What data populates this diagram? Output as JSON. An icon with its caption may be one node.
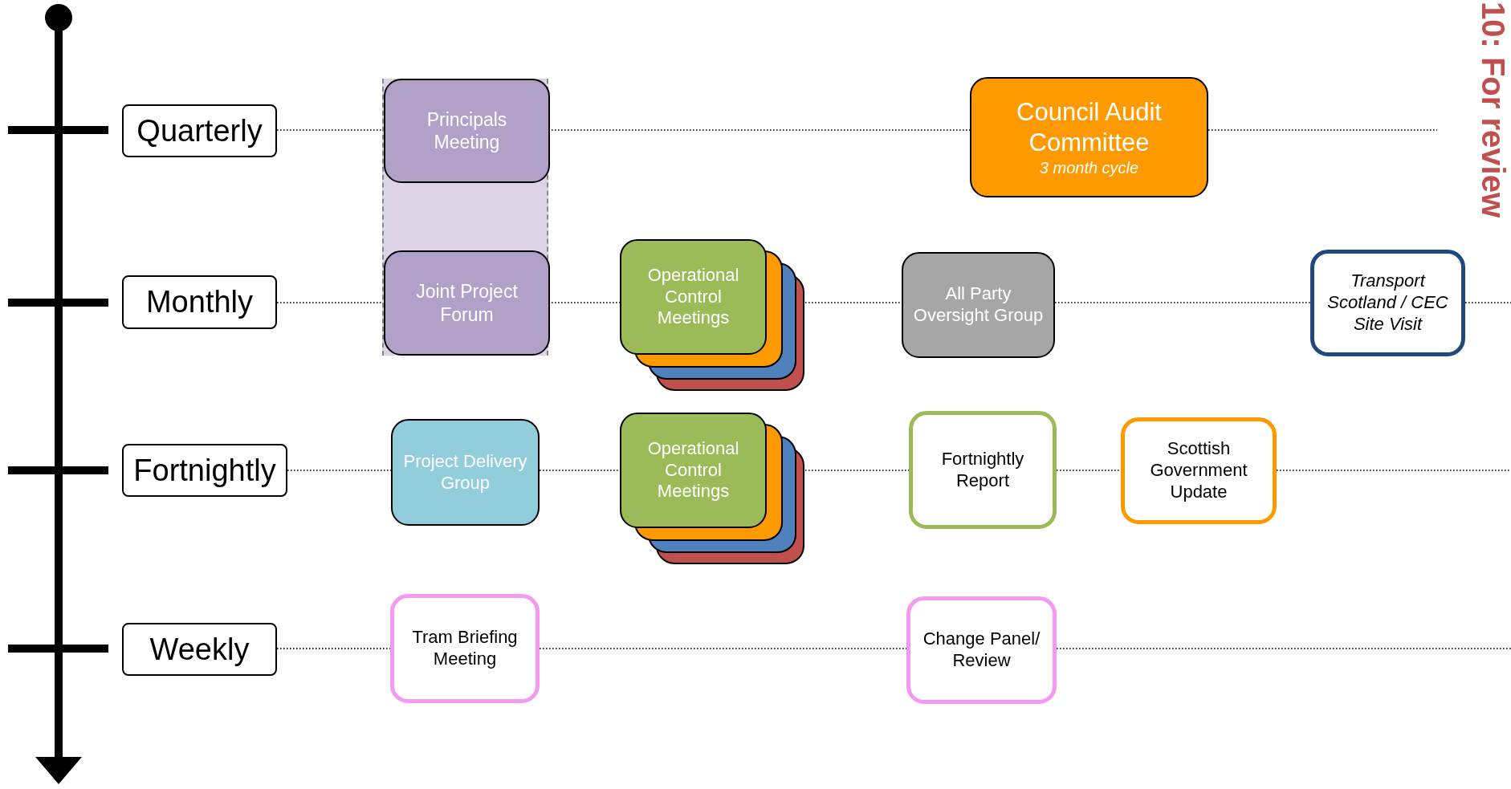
{
  "diagram": {
    "nodes": [
      {
        "text": [],
        "shape": "band"
      },
      {
        "text": [
          "Quarterly"
        ]
      },
      {
        "text": [
          "Principals Meeting"
        ],
        "in": 0
      },
      {
        "text": [
          "Council Audit Committee",
          "3 month cycle"
        ]
      },
      {
        "text": [
          "Monthly"
        ]
      },
      {
        "text": [
          "Joint Project Forum"
        ],
        "in": 0
      },
      {
        "text": [
          "Operational Control Meetings"
        ]
      },
      {
        "text": [
          "All Party Oversight Group"
        ]
      },
      {
        "text": [
          "Transport Scotland / CEC Site Visit"
        ]
      },
      {
        "text": [
          "Fortnightly"
        ]
      },
      {
        "text": [
          "Project Delivery Group"
        ]
      },
      {
        "text": [
          "Operational Control Meetings"
        ]
      },
      {
        "text": [
          "Fortnightly Report"
        ]
      },
      {
        "text": [
          "Scottish Government Update"
        ]
      },
      {
        "text": [
          "Weekly"
        ]
      },
      {
        "text": [
          "Tram Briefing Meeting"
        ]
      },
      {
        "text": [
          "Change Panel/ Review"
        ]
      }
    ],
    "edges": [
      {
        "from": 1,
        "to": 2,
        "arrow": "none"
      },
      {
        "from": 2,
        "to": 3,
        "arrow": "none"
      },
      {
        "from": 3,
        "to": null,
        "arrow": "none"
      },
      {
        "from": 4,
        "to": 5,
        "arrow": "none"
      },
      {
        "from": 5,
        "to": 6,
        "arrow": "none"
      },
      {
        "from": 6,
        "to": 7,
        "arrow": "none"
      },
      {
        "from": 7,
        "to": 8,
        "arrow": "none"
      },
      {
        "from": 8,
        "to": null,
        "arrow": "none"
      },
      {
        "from": 9,
        "to": 10,
        "arrow": "none"
      },
      {
        "from": 10,
        "to": 11,
        "arrow": "none"
      },
      {
        "from": 11,
        "to": 12,
        "arrow": "none"
      },
      {
        "from": 12,
        "to": 13,
        "arrow": "none"
      },
      {
        "from": 13,
        "to": null,
        "arrow": "none"
      },
      {
        "from": 14,
        "to": 15,
        "arrow": "none"
      },
      {
        "from": 15,
        "to": 16,
        "arrow": "none"
      },
      {
        "from": 16,
        "to": null,
        "arrow": "none"
      }
    ],
    "labels": [
      "10: For review"
    ]
  }
}
